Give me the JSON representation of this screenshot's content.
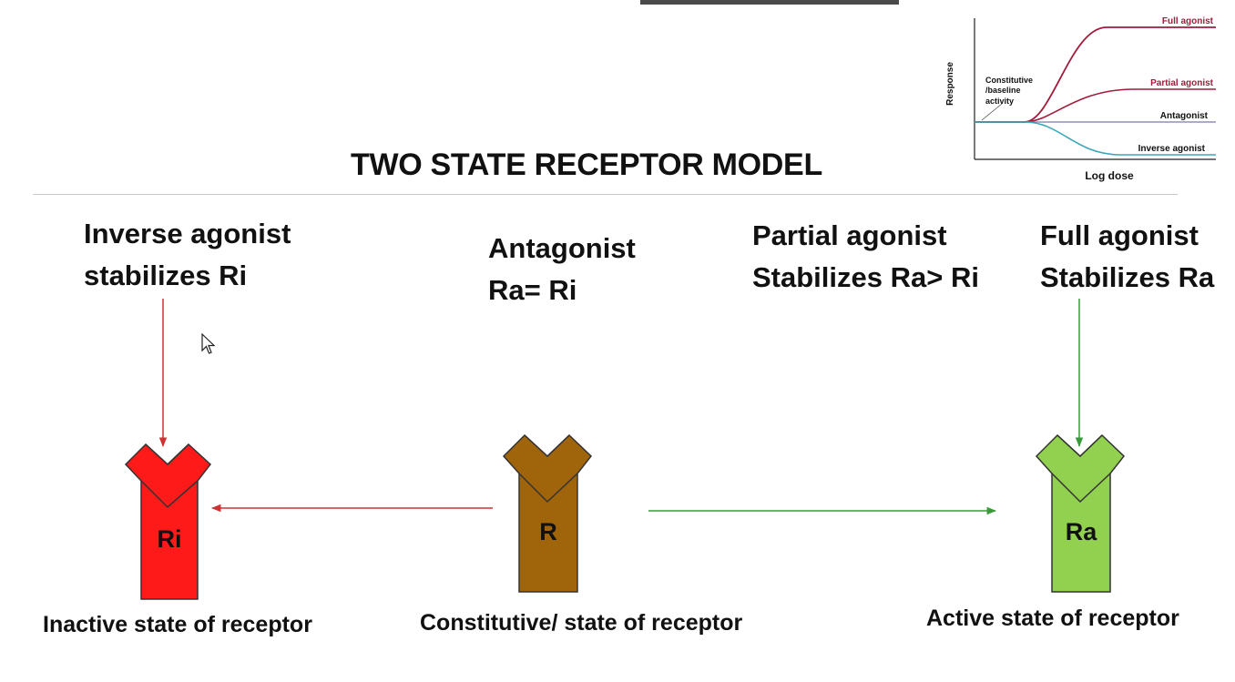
{
  "title": "TWO STATE RECEPTOR MODEL",
  "ligands": {
    "inverse": {
      "line1": "Inverse agonist",
      "line2": "stabilizes  Ri"
    },
    "antagonist": {
      "line1": "Antagonist",
      "line2": "Ra= Ri"
    },
    "partial": {
      "line1": "Partial agonist",
      "line2": "Stabilizes Ra> Ri"
    },
    "full": {
      "line1": "Full agonist",
      "line2": "Stabilizes Ra"
    }
  },
  "receptors": {
    "inactive": {
      "symbol": "Ri",
      "caption": "Inactive state of receptor"
    },
    "constitutive": {
      "symbol": "R",
      "caption": "Constitutive/ state of receptor"
    },
    "active": {
      "symbol": "Ra",
      "caption": "Active  state of receptor"
    }
  },
  "colors": {
    "inactive_receptor": "#ff1a1a",
    "constitutive_receptor": "#a0640a",
    "active_receptor": "#92d050",
    "red_arrow": "#cc3333",
    "green_arrow": "#3a9a3a",
    "agonist_curve": "#a01c3c",
    "inverse_curve": "#3aa8b8",
    "baseline_line": "#7a7aa8"
  },
  "inset_chart": {
    "ylabel": "Response",
    "xlabel": "Log dose",
    "annotation": [
      "Constitutive",
      "/baseline",
      "activity"
    ],
    "curves": {
      "full": "Full agonist",
      "partial": "Partial agonist",
      "antagonist": "Antagonist",
      "inverse": "Inverse agonist"
    }
  }
}
